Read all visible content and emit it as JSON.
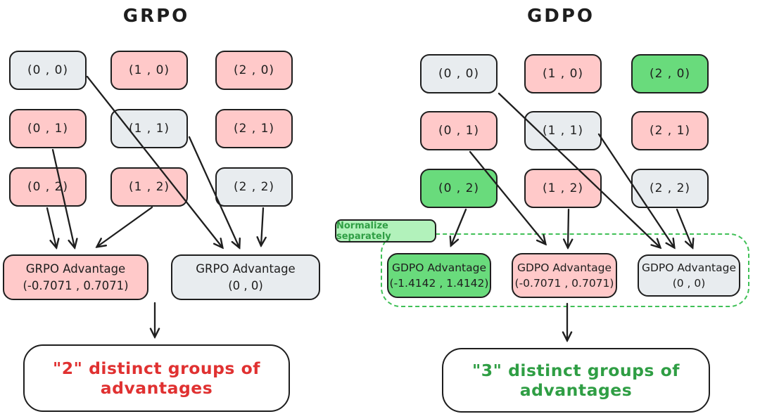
{
  "left": {
    "title": "GRPO",
    "cells": [
      {
        "label": "(0 , 0)",
        "color": "gray"
      },
      {
        "label": "(1 , 0)",
        "color": "pink"
      },
      {
        "label": "(2 , 0)",
        "color": "pink"
      },
      {
        "label": "(0 , 1)",
        "color": "pink"
      },
      {
        "label": "(1 , 1)",
        "color": "gray"
      },
      {
        "label": "(2 , 1)",
        "color": "pink"
      },
      {
        "label": "(0 , 2)",
        "color": "pink"
      },
      {
        "label": "(1 , 2)",
        "color": "pink"
      },
      {
        "label": "(2 , 2)",
        "color": "gray"
      }
    ],
    "advantages": [
      {
        "name": "GRPO Advantage",
        "value": "(-0.7071 , 0.7071)",
        "color": "pink"
      },
      {
        "name": "GRPO Advantage",
        "value": "(0 , 0)",
        "color": "gray"
      }
    ],
    "conclusion": "\"2\" distinct groups of advantages"
  },
  "right": {
    "title": "GDPO",
    "cells": [
      {
        "label": "(0 , 0)",
        "color": "gray"
      },
      {
        "label": "(1 , 0)",
        "color": "pink"
      },
      {
        "label": "(2 , 0)",
        "color": "green"
      },
      {
        "label": "(0 , 1)",
        "color": "pink"
      },
      {
        "label": "(1 , 1)",
        "color": "gray"
      },
      {
        "label": "(2 , 1)",
        "color": "pink"
      },
      {
        "label": "(0 , 2)",
        "color": "green"
      },
      {
        "label": "(1 , 2)",
        "color": "pink"
      },
      {
        "label": "(2 , 2)",
        "color": "gray"
      }
    ],
    "normalize_label": "Normalize separately",
    "advantages": [
      {
        "name": "GDPO Advantage",
        "value": "(-1.4142 , 1.4142)",
        "color": "green"
      },
      {
        "name": "GDPO Advantage",
        "value": "(-0.7071 , 0.7071)",
        "color": "pink"
      },
      {
        "name": "GDPO Advantage",
        "value": "(0 , 0)",
        "color": "gray"
      }
    ],
    "conclusion": "\"3\" distinct groups of advantages"
  },
  "colors": {
    "stroke": "#1e1e1e",
    "pink_fill": "#ffc9c9",
    "gray_fill": "#e8ecef",
    "green_fill": "#69db7c",
    "light_green_fill": "#b2f2bb",
    "red_text": "#e03131",
    "green_text": "#2f9e44",
    "dashed_border": "#40c057"
  }
}
